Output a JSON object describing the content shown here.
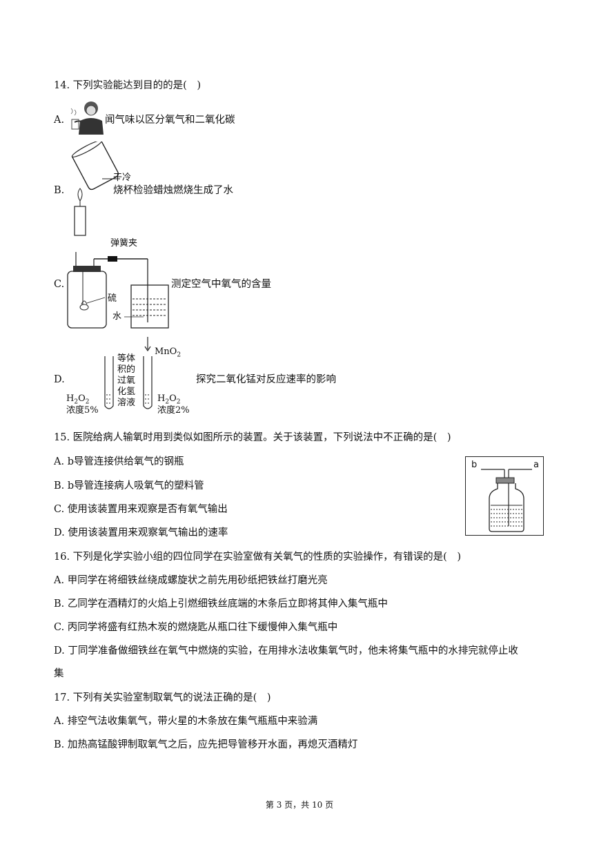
{
  "questions": {
    "q14": {
      "stem": "14. 下列实验能达到目的的是(　)",
      "a_label": "A.",
      "a_text": "闻气味以区分氧气和二氧化碳",
      "b_label": "B.",
      "b_text": "烧杯检验蜡烛燃烧生成了水",
      "b_fig_label": "干冷",
      "c_label": "C.",
      "c_text": "测定空气中氧气的含量",
      "c_fig_clamp": "弹簧夹",
      "c_fig_sulfur": "硫",
      "c_fig_water": "水",
      "d_label": "D.",
      "d_text": "探究二氧化锰对反应速率的影响",
      "d_fig_mno2": "MnO",
      "d_fig_middle": [
        "等体",
        "积的",
        "过氧",
        "化氢",
        "溶液"
      ],
      "d_fig_left_formula": "H",
      "d_fig_left_conc": "浓度5%",
      "d_fig_right_formula": "H",
      "d_fig_right_conc": "浓度2%"
    },
    "q15": {
      "stem": "15. 医院给病人输氧时用到类似如图所示的装置。关于该装置，下列说法中不正确的是(　)",
      "a": "A. b导管连接供给氧气的钢瓶",
      "b": "B. b导管连接病人吸氧气的塑料管",
      "c": "C. 使用该装置用来观察是否有氧气输出",
      "d": "D. 使用该装置用来观察氧气输出的速率",
      "fig_b": "b",
      "fig_a": "a"
    },
    "q16": {
      "stem": "16. 下列是化学实验小组的四位同学在实验室做有关氧气的性质的实验操作，有错误的是(　)",
      "a": "A. 甲同学在将细铁丝绕成螺旋状之前先用砂纸把铁丝打磨光亮",
      "b": "B. 乙同学在酒精灯的火焰上引燃细铁丝底端的木条后立即将其伸入集气瓶中",
      "c": "C. 丙同学将盛有红热木炭的燃烧匙从瓶口往下缓慢伸入集气瓶中",
      "d1": "D. 丁同学准备做细铁丝在氧气中燃烧的实验，在用排水法收集氧气时，他未将集气瓶中的水排完就停止收",
      "d2": "集"
    },
    "q17": {
      "stem": "17. 下列有关实验室制取氧气的说法正确的是(　)",
      "a": "A. 排空气法收集氧气，带火星的木条放在集气瓶瓶中来验满",
      "b": "B. 加热高锰酸钾制取氧气之后，应先把导管移开水面，再熄灭酒精灯"
    }
  },
  "footer": {
    "page": "第 3 页，共 10 页"
  }
}
